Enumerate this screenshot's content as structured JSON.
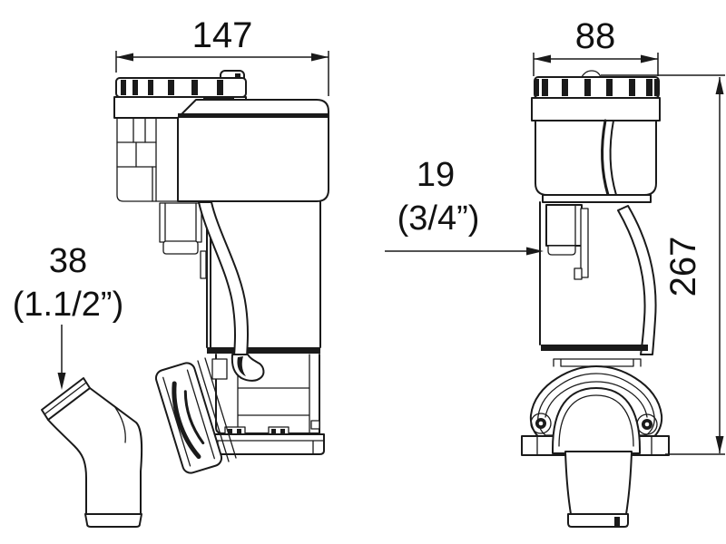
{
  "colors": {
    "background": "#ffffff",
    "line": "#1a1a1a"
  },
  "views": {
    "side": {
      "dim_width": "147",
      "inlet": {
        "line1": "38",
        "line2": "(1.1/2”)"
      }
    },
    "front": {
      "dim_width": "88",
      "dim_height": "267",
      "fitting": {
        "line1": "19",
        "line2": "(3/4”)"
      }
    }
  }
}
